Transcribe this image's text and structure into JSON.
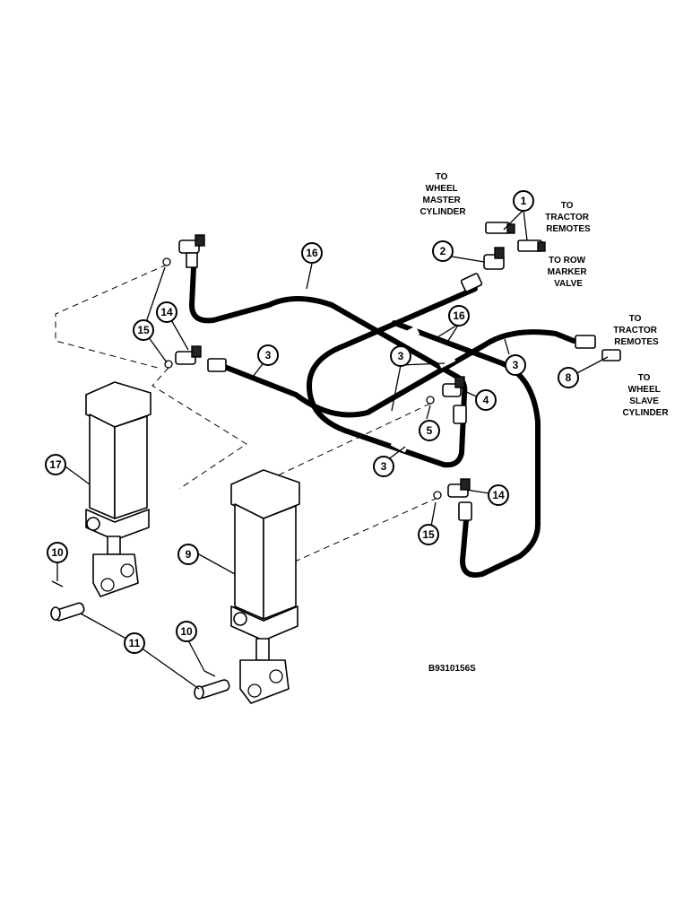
{
  "callouts": {
    "c1": "1",
    "c2": "2",
    "c3a": "3",
    "c3b": "3",
    "c3c": "3",
    "c3d": "3",
    "c4": "4",
    "c5": "5",
    "c8": "8",
    "c9": "9",
    "c10a": "10",
    "c10b": "10",
    "c11": "11",
    "c14a": "14",
    "c14b": "14",
    "c15a": "15",
    "c15b": "15",
    "c16a": "16",
    "c16b": "16",
    "c17": "17"
  },
  "notes": {
    "wheel_master": [
      "TO",
      "WHEEL",
      "MASTER",
      "CYLINDER"
    ],
    "tractor_remotes_top": [
      "TO",
      "TRACTOR",
      "REMOTES"
    ],
    "row_marker": [
      "TO ROW",
      "MARKER",
      "VALVE"
    ],
    "tractor_remotes_right": [
      "TO",
      "TRACTOR",
      "REMOTES"
    ],
    "wheel_slave": [
      "TO",
      "WHEEL",
      "SLAVE",
      "CYLINDER"
    ]
  },
  "drawing_code": "B9310156S"
}
